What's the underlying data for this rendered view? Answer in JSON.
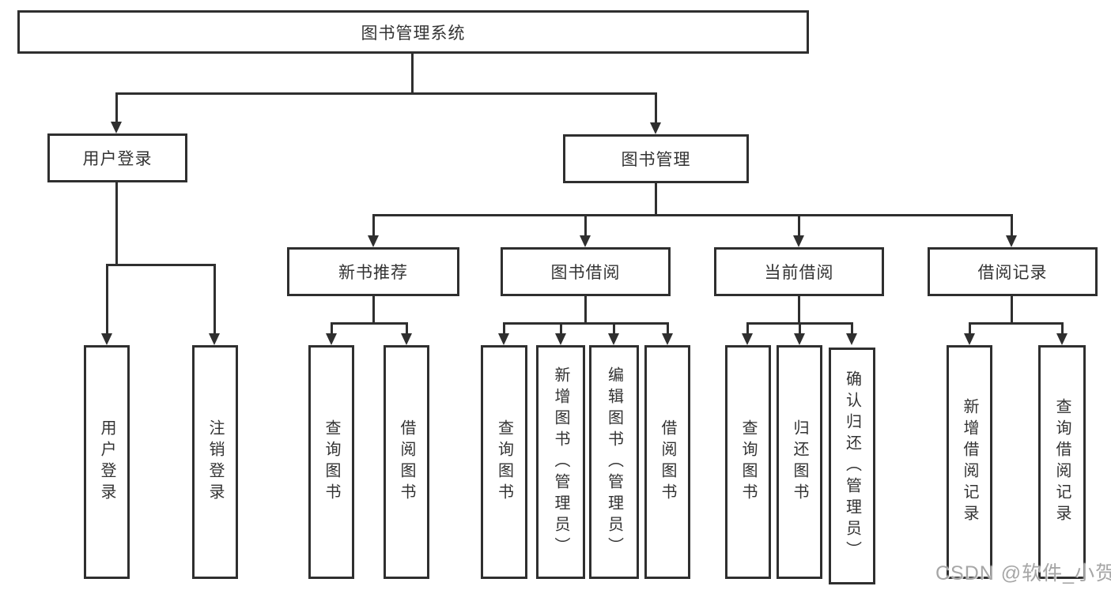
{
  "diagram": {
    "title": "图书管理系统",
    "level2": {
      "user_login": "用户登录",
      "book_mgmt": "图书管理"
    },
    "level3": {
      "new_book": "新书推荐",
      "book_borrow": "图书借阅",
      "current_borrow": "当前借阅",
      "borrow_record": "借阅记录"
    },
    "leaves": {
      "user_login": [
        "用户登录",
        "注销登录"
      ],
      "new_book": [
        "查询图书",
        "借阅图书"
      ],
      "book_borrow": [
        "查询图书",
        "新增图书（管理员）",
        "编辑图书（管理员）",
        "借阅图书"
      ],
      "current_borrow": [
        "查询图书",
        "归还图书",
        "确认归还（管理员）"
      ],
      "borrow_record": [
        "新增借阅记录",
        "查询借阅记录"
      ]
    },
    "colors": {
      "line": "#2f2f2f",
      "text": "#333333",
      "background": "#ffffff",
      "watermark": "#a6a6a6"
    }
  },
  "watermark": "CSDN @软件_小贺同学"
}
